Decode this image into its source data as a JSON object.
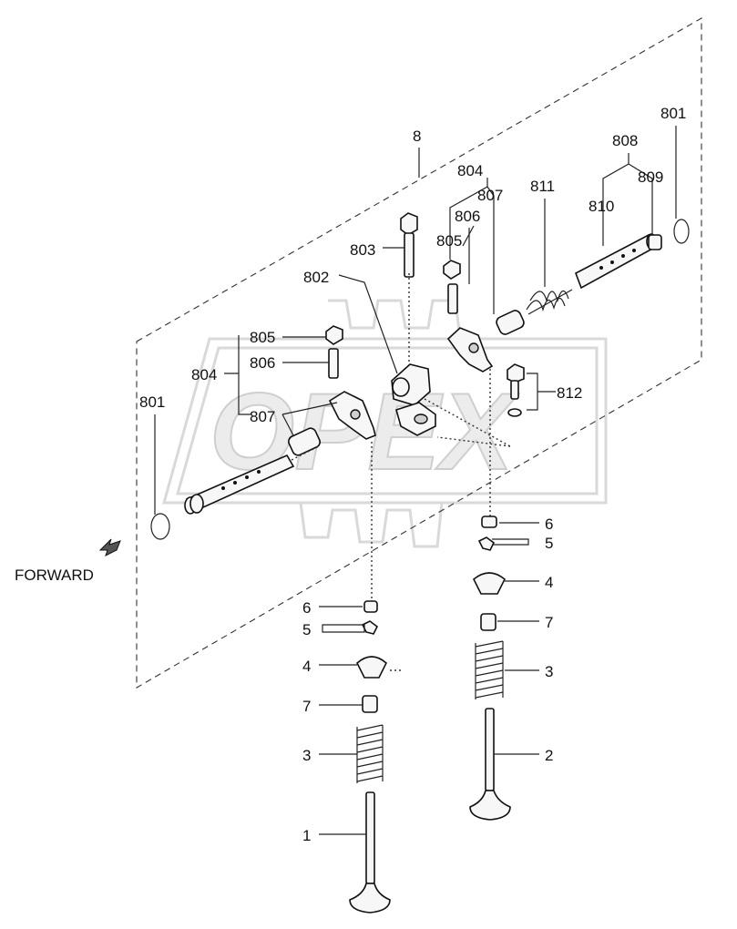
{
  "watermark": "OPEX",
  "forward_label": "FORWARD",
  "labels": {
    "l8": "8",
    "l801_top": "801",
    "l808": "808",
    "l809": "809",
    "l810": "810",
    "l811": "811",
    "l804_top": "804",
    "l807_top": "807",
    "l806_top": "806",
    "l805_top": "805",
    "l803": "803",
    "l802": "802",
    "l805_left": "805",
    "l806_left": "806",
    "l804_left": "804",
    "l807_left": "807",
    "l801_left": "801",
    "l812": "812",
    "r6": "6",
    "r5": "5",
    "r4": "4",
    "r7": "7",
    "r3": "3",
    "r2": "2",
    "c6": "6",
    "c5": "5",
    "c4": "4",
    "c7": "7",
    "c3": "3",
    "c1": "1"
  },
  "colors": {
    "line": "#222222",
    "watermark": "#d9d9d9",
    "background": "#ffffff"
  }
}
